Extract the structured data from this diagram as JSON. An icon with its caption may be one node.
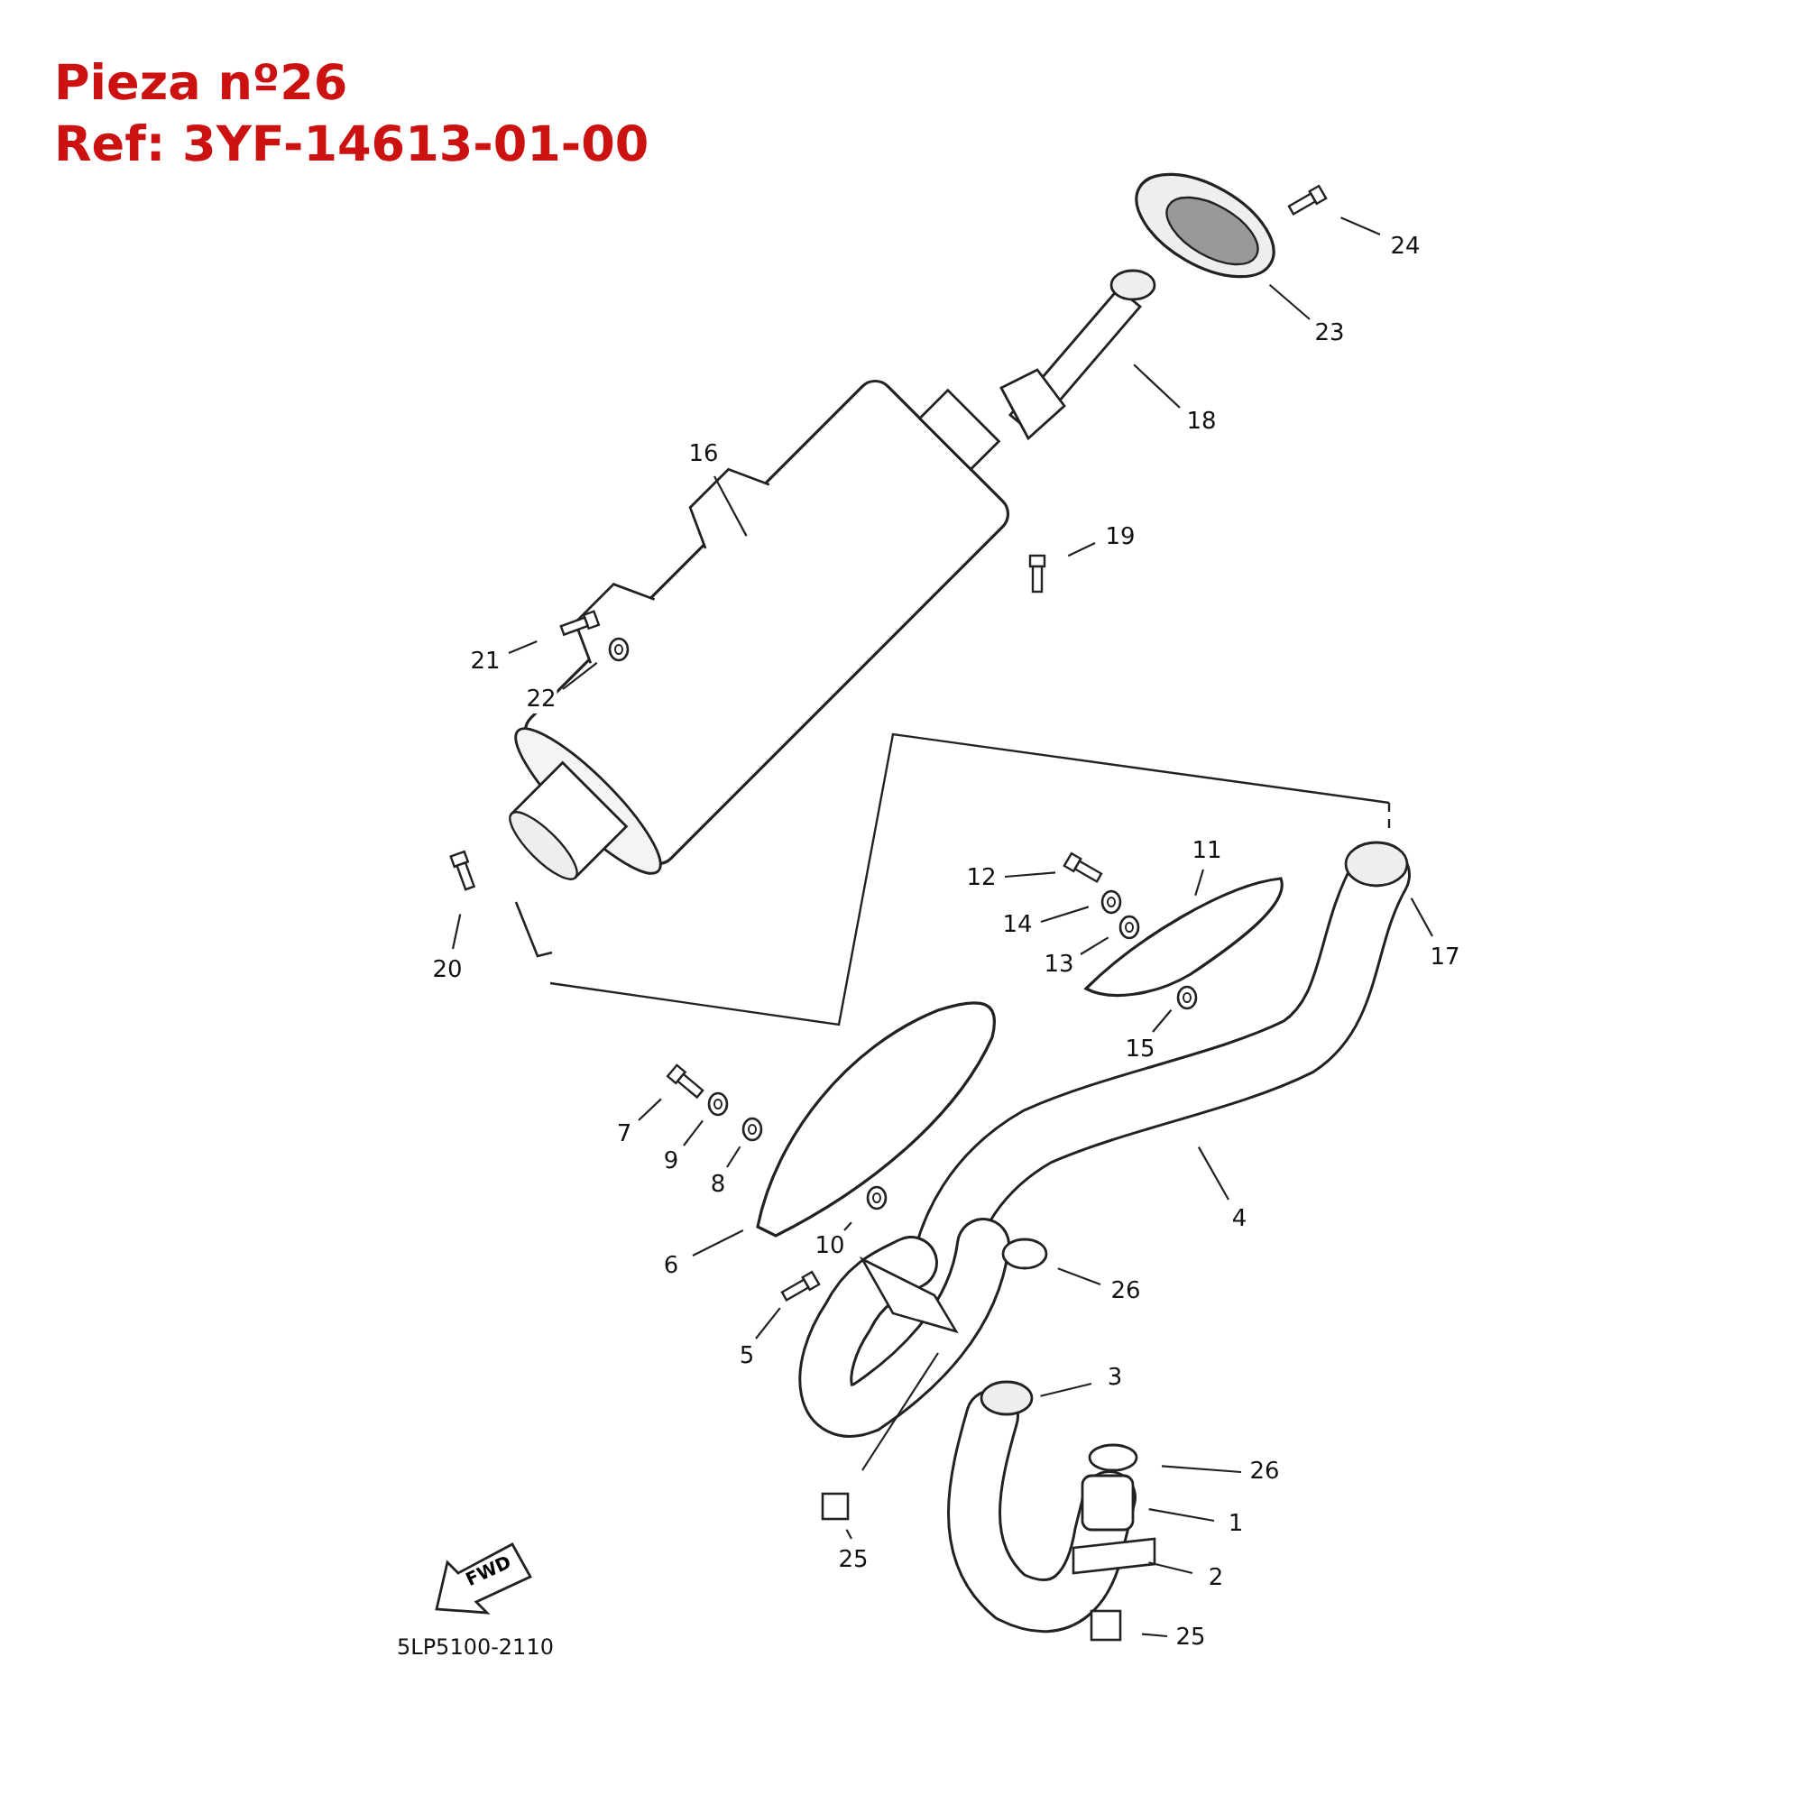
{
  "diagram": {
    "title": "Pieza nº26",
    "nodes": [
      {
        "text": [
          "24"
        ]
      },
      {
        "text": [
          "23"
        ]
      },
      {
        "text": [
          "18"
        ]
      },
      {
        "text": [
          "16"
        ]
      },
      {
        "text": [
          "19"
        ]
      },
      {
        "text": [
          "21"
        ]
      },
      {
        "text": [
          "22"
        ]
      },
      {
        "text": [
          "11"
        ]
      },
      {
        "text": [
          "12"
        ]
      },
      {
        "text": [
          "14"
        ]
      },
      {
        "text": [
          "17"
        ]
      },
      {
        "text": [
          "13"
        ]
      },
      {
        "text": [
          "20"
        ]
      },
      {
        "text": [
          "15"
        ]
      },
      {
        "text": [
          "7"
        ]
      },
      {
        "text": [
          "9"
        ]
      },
      {
        "text": [
          "8"
        ]
      },
      {
        "text": [
          "4"
        ]
      },
      {
        "text": [
          "10"
        ]
      },
      {
        "text": [
          "6"
        ]
      },
      {
        "text": [
          "26"
        ]
      },
      {
        "text": [
          "5"
        ]
      },
      {
        "text": [
          "3"
        ]
      },
      {
        "text": [
          "26"
        ]
      },
      {
        "text": [
          "1"
        ]
      },
      {
        "text": [
          "25"
        ]
      },
      {
        "text": [
          "2"
        ]
      },
      {
        "text": [
          "25"
        ]
      }
    ],
    "edges": [
      {
        "from": 0,
        "to": null,
        "arrow": "none"
      },
      {
        "from": 1,
        "to": null,
        "arrow": "none"
      },
      {
        "from": 2,
        "to": null,
        "arrow": "none"
      },
      {
        "from": 3,
        "to": null,
        "arrow": "none"
      },
      {
        "from": 4,
        "to": null,
        "arrow": "none"
      },
      {
        "from": 5,
        "to": null,
        "arrow": "none"
      },
      {
        "from": 6,
        "to": null,
        "arrow": "none"
      },
      {
        "from": 7,
        "to": null,
        "arrow": "none"
      },
      {
        "from": 8,
        "to": null,
        "arrow": "none"
      },
      {
        "from": 9,
        "to": null,
        "arrow": "none"
      },
      {
        "from": 10,
        "to": null,
        "arrow": "none"
      },
      {
        "from": 11,
        "to": null,
        "arrow": "none"
      },
      {
        "from": 12,
        "to": null,
        "arrow": "none"
      },
      {
        "from": 13,
        "to": null,
        "arrow": "none"
      },
      {
        "from": 14,
        "to": null,
        "arrow": "none"
      },
      {
        "from": 15,
        "to": null,
        "arrow": "none"
      },
      {
        "from": 16,
        "to": null,
        "arrow": "none"
      },
      {
        "from": 17,
        "to": null,
        "arrow": "none"
      },
      {
        "from": 18,
        "to": null,
        "arrow": "none"
      },
      {
        "from": 19,
        "to": null,
        "arrow": "none"
      },
      {
        "from": 20,
        "to": null,
        "arrow": "none"
      },
      {
        "from": 21,
        "to": null,
        "arrow": "none"
      },
      {
        "from": 22,
        "to": null,
        "arrow": "none"
      },
      {
        "from": 23,
        "to": null,
        "arrow": "none"
      },
      {
        "from": 24,
        "to": null,
        "arrow": "none"
      },
      {
        "from": 25,
        "to": null,
        "arrow": "none"
      },
      {
        "from": 26,
        "to": null,
        "arrow": "none"
      },
      {
        "from": 27,
        "to": null,
        "arrow": "none"
      }
    ],
    "labels": [
      "Ref: 3YF-14613-01-00",
      "FWD",
      "5LP5100-2110"
    ]
  }
}
